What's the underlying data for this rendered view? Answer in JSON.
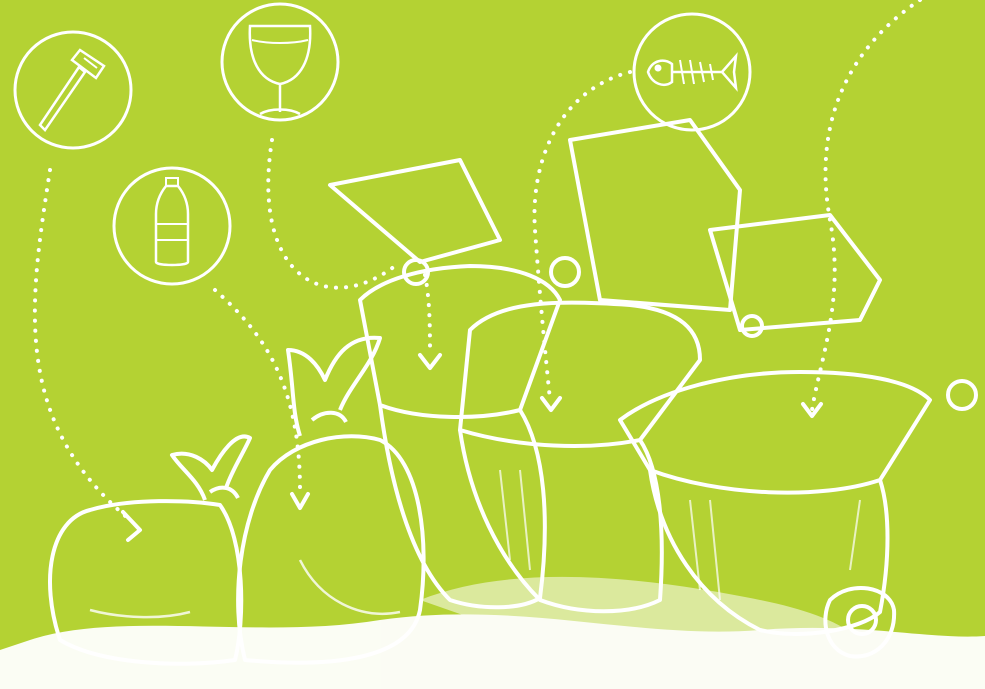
{
  "scene": {
    "background_color": "#b4d233",
    "line_color": "#ffffff",
    "icons": [
      {
        "name": "razor-icon"
      },
      {
        "name": "wine-glass-icon"
      },
      {
        "name": "plastic-bottle-icon"
      },
      {
        "name": "fish-bone-icon"
      }
    ],
    "objects": [
      {
        "name": "garbage-bag"
      },
      {
        "name": "garbage-bag"
      },
      {
        "name": "waste-bin"
      },
      {
        "name": "waste-bin"
      },
      {
        "name": "waste-bin"
      }
    ]
  }
}
